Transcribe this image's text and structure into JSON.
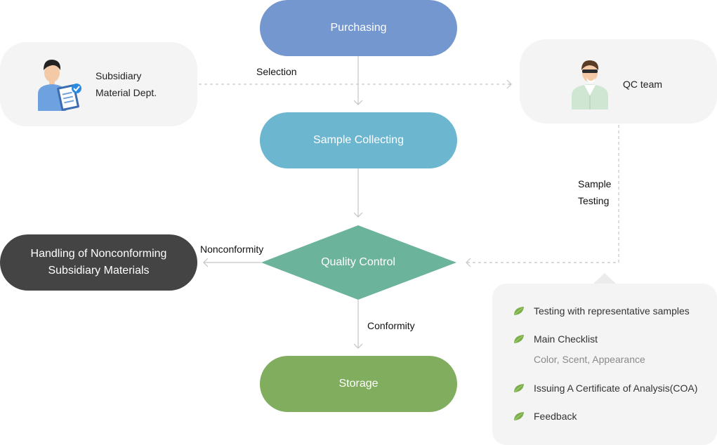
{
  "nodes": {
    "purchasing": "Purchasing",
    "sample_collecting": "Sample Collecting",
    "quality_control": "Quality Control",
    "storage": "Storage",
    "nonconforming": [
      "Handling of Nonconforming",
      "Subsidiary Materials"
    ]
  },
  "actors": {
    "subsidiary_dept": [
      "Subsidiary",
      "Material Dept."
    ],
    "qc_team": "QC team"
  },
  "edges": {
    "selection": "Selection",
    "sample_testing": [
      "Sample",
      "Testing"
    ],
    "nonconformity": "Nonconformity",
    "conformity": "Conformity"
  },
  "checklist": {
    "items": [
      "Testing with representative samples",
      "Main Checklist",
      "Issuing A Certificate of Analysis(COA)",
      "Feedback"
    ],
    "sub_note": "Color, Scent, Appearance"
  },
  "colors": {
    "purchasing": "#7497cf",
    "sample_collecting": "#6cb6cf",
    "quality_control": "#6cb39c",
    "storage": "#80ad5e",
    "nonconforming": "#444444",
    "leaf": "#7cae4a"
  }
}
